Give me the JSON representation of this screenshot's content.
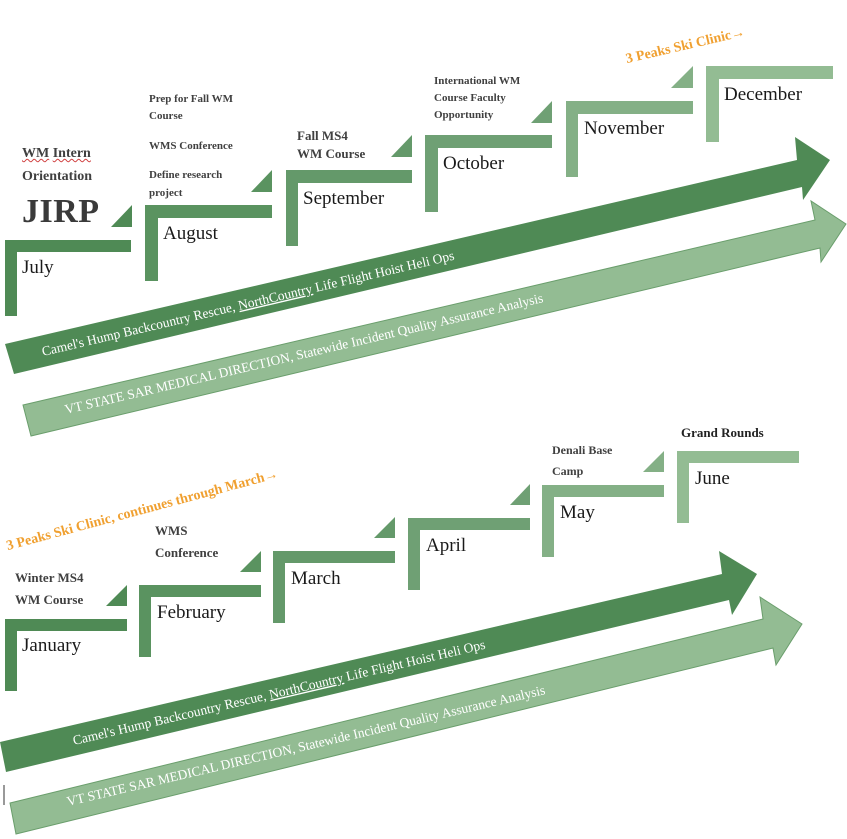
{
  "colors": {
    "dark_green": "#4f8a55",
    "mid_green": "#6a9e6c",
    "light_green": "#93bc93",
    "accent_orange": "#f0a030"
  },
  "top": {
    "months": [
      "July",
      "August",
      "September",
      "October",
      "November",
      "December"
    ],
    "jirp": "JIRP",
    "wm_intern_prefix": "WM",
    "wm_intern_suffix": "Intern",
    "orientation": "Orientation",
    "aug_note_1a": "Prep for Fall WM",
    "aug_note_1b": "Course",
    "aug_note_2": "WMS Conference",
    "aug_note_3a": "Define research",
    "aug_note_3b": "project",
    "sep_note_a": "Fall MS4",
    "sep_note_b": "WM Course",
    "oct_note_a": "International WM",
    "oct_note_b": "Course Faculty",
    "oct_note_c": "Opportunity",
    "ski_clinic": "3 Peaks Ski Clinic→",
    "arrow1_a": "Camel's Hump Backcountry Rescue, ",
    "arrow1_b": "NorthCountry",
    "arrow1_c": " Life Flight Hoist Heli Ops",
    "arrow2": "VT STATE SAR MEDICAL DIRECTION, Statewide Incident Quality Assurance Analysis"
  },
  "bottom": {
    "months": [
      "January",
      "February",
      "March",
      "April",
      "May",
      "June"
    ],
    "jan_note_a": "Winter MS4",
    "jan_note_b": "WM Course",
    "feb_note_a": "WMS",
    "feb_note_b": "Conference",
    "may_note_a": "Denali Base",
    "may_note_b": "Camp",
    "jun_note": "Grand Rounds",
    "ski_clinic": "3 Peaks Ski Clinic, continues through March→",
    "arrow1_a": "Camel's Hump Backcountry Rescue, ",
    "arrow1_b": "NorthCountry",
    "arrow1_c": " Life Flight Hoist Heli Ops",
    "arrow2": "VT STATE SAR MEDICAL DIRECTION, Statewide Incident Quality Assurance Analysis"
  }
}
